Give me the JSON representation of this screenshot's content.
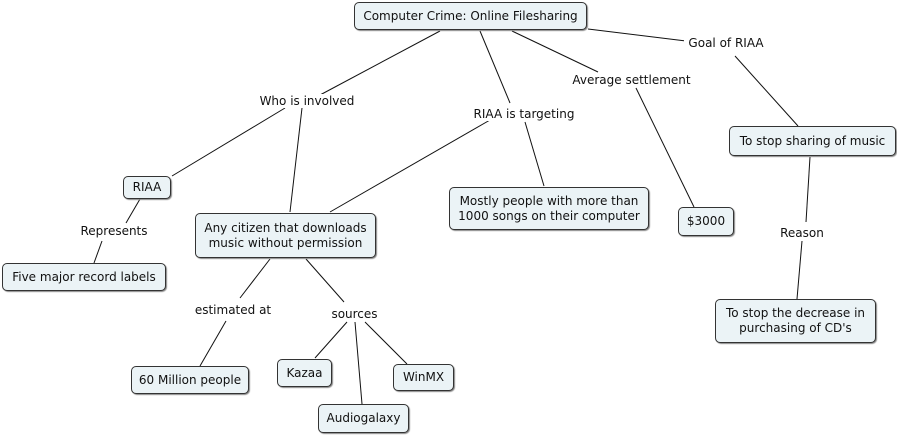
{
  "concepts": {
    "root": "Computer Crime: Online Filesharing",
    "riaa": "RIAA",
    "five_labels": "Five major record labels",
    "any_citizen": "Any citizen that downloads\nmusic without permission",
    "sixty_million": "60 Million people",
    "kazaa": "Kazaa",
    "audiogalaxy": "Audiogalaxy",
    "winmx": "WinMX",
    "mostly_people": "Mostly people with more than\n1000 songs on their computer",
    "three_thousand": "$3000",
    "to_stop_sharing": "To stop sharing of music",
    "to_stop_decrease": "To stop the decrease in\npurchasing of CD's"
  },
  "links": {
    "who_is_involved": "Who is involved",
    "riaa_is_targeting": "RIAA is targeting",
    "average_settlement": "Average settlement",
    "goal_of_riaa": "Goal of RIAA",
    "represents": "Represents",
    "estimated_at": "estimated at",
    "sources": "sources",
    "reason": "Reason"
  }
}
